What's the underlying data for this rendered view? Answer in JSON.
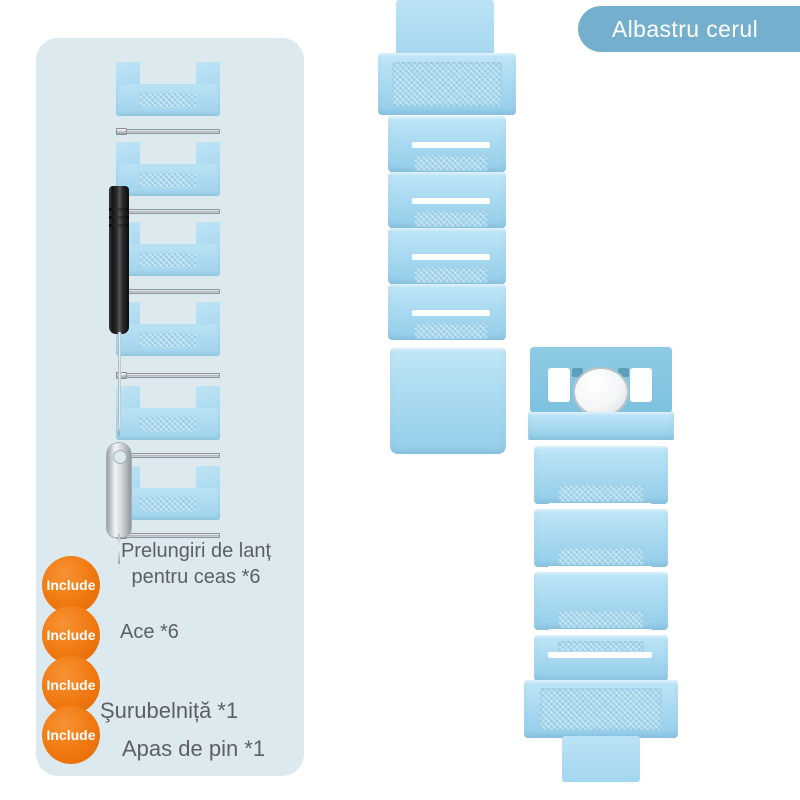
{
  "color_badge": {
    "label": "Albastru cerul",
    "background": "#74b0ce",
    "text_color": "#ffffff"
  },
  "panel": {
    "background": "#dceaf0",
    "accessories": {
      "links_label": "watch-link",
      "pins_label": "connector-pin",
      "screwdriver_label": "screwdriver",
      "pin_pusher_label": "pin-pusher"
    },
    "badge_text": "Include",
    "badge_color": "#f0780f",
    "items": [
      {
        "badge": "Include",
        "caption": "Prelungiri de lanț\npentru ceas *6"
      },
      {
        "badge": "Include",
        "caption": "Ace *6"
      },
      {
        "badge": "Include",
        "caption": "Şurubelniță *1"
      },
      {
        "badge": "Include",
        "caption": "Apas de pin *1"
      }
    ]
  },
  "product": {
    "band_color": "#a6d8f0",
    "clasp_button_color": "#ffffff",
    "upper_band_name": "watch-band-upper",
    "lower_band_name": "watch-band-lower-with-clasp"
  }
}
